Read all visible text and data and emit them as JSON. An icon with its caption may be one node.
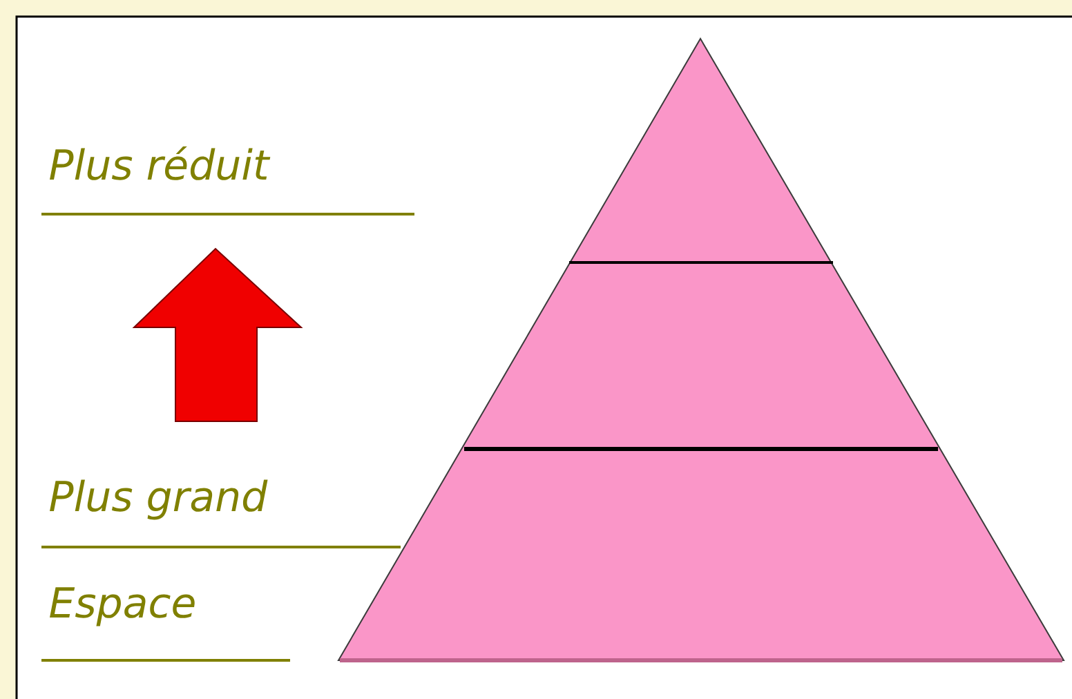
{
  "diagram": {
    "labels": [
      "Plus réduit",
      "Plus grand",
      "Espace"
    ]
  }
}
